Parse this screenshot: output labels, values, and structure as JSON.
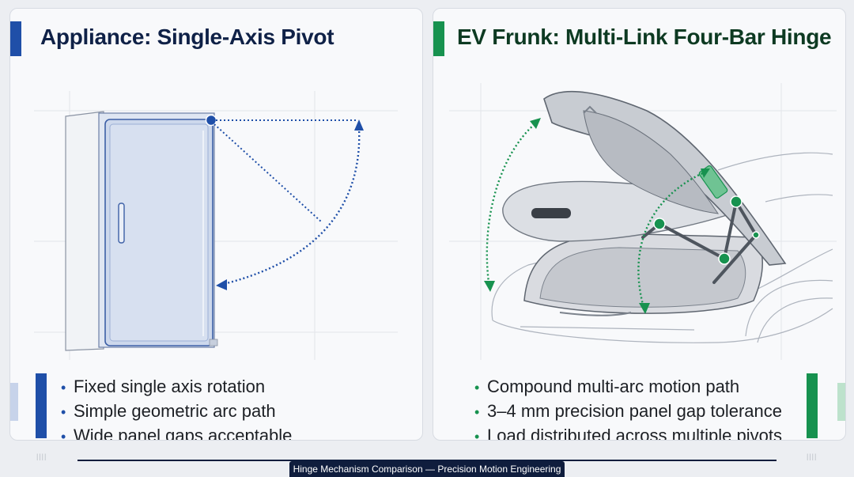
{
  "left_panel": {
    "title": "Appliance: Single-Axis Pivot",
    "accent_color": "#1f4fa8",
    "title_color": "#0f2147",
    "bullets": [
      "Fixed single axis rotation",
      "Simple geometric arc path",
      "Wide panel gaps acceptable"
    ]
  },
  "right_panel": {
    "title": "EV Frunk: Multi-Link Four-Bar Hinge",
    "accent_color": "#17924f",
    "title_color": "#0d3a22",
    "bullets": [
      "Compound multi-arc motion path",
      "3–4 mm precision panel gap tolerance",
      "Load distributed across multiple pivots"
    ]
  },
  "caption": "Hinge Mechanism Comparison — Precision Motion Engineering",
  "icons": {
    "pivot": "pivot-point-icon",
    "arc": "rotation-arc-icon"
  }
}
